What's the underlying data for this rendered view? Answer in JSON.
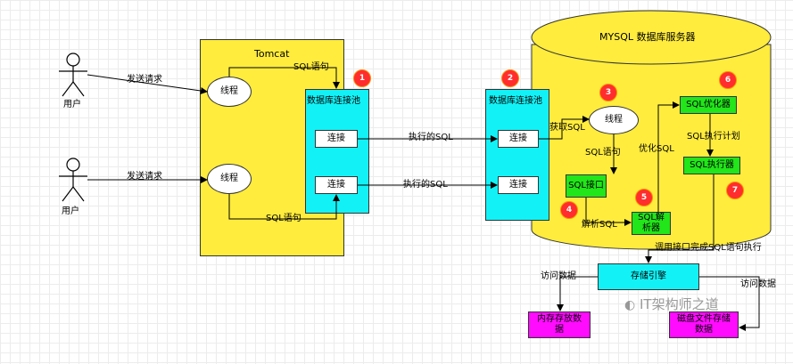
{
  "server": {
    "title": "MYSQL 数据库服务器"
  },
  "tomcat": {
    "title": "Tomcat"
  },
  "users": [
    {
      "label": "用户"
    },
    {
      "label": "用户"
    }
  ],
  "requests": [
    {
      "label": "发送请求"
    },
    {
      "label": "发送请求"
    }
  ],
  "threads": {
    "thread1": "线程",
    "thread2": "线程",
    "server_thread": "线程"
  },
  "pools": {
    "client_pool": "数据库连接池",
    "server_pool": "数据库连接池"
  },
  "connections": {
    "label": "连接"
  },
  "edges": {
    "sql_statement_1": "SQL语句",
    "sql_statement_2": "SQL语句",
    "executed_sql_1": "执行的SQL",
    "executed_sql_2": "执行的SQL",
    "get_sql": "获取SQL",
    "sql_statement_3": "SQL语句",
    "parse_sql": "解析SQL",
    "optimize_sql": "优化SQL",
    "exec_plan": "SQL执行计划",
    "call_interface": "调用接口完成SQL语句执行",
    "access_data_left": "访问数据",
    "access_data_right": "访问数据"
  },
  "components": {
    "sql_interface": "SQL接口",
    "sql_parser": "SQL解析器",
    "sql_optimizer": "SQL优化器",
    "sql_executor": "SQL执行器",
    "storage_engine": "存储引擎",
    "memory_storage": "内存存放数据",
    "disk_storage": "磁盘文件存储数据"
  },
  "badges": [
    "1",
    "2",
    "3",
    "4",
    "5",
    "6",
    "7"
  ],
  "watermark": "IT架构师之道",
  "colors": {
    "server": "#ffec3d",
    "pool": "#12f2f6",
    "component": "#22e51a",
    "storage": "#12f2f6",
    "data": "#ff0cff",
    "badge": "#ff2d2d"
  }
}
